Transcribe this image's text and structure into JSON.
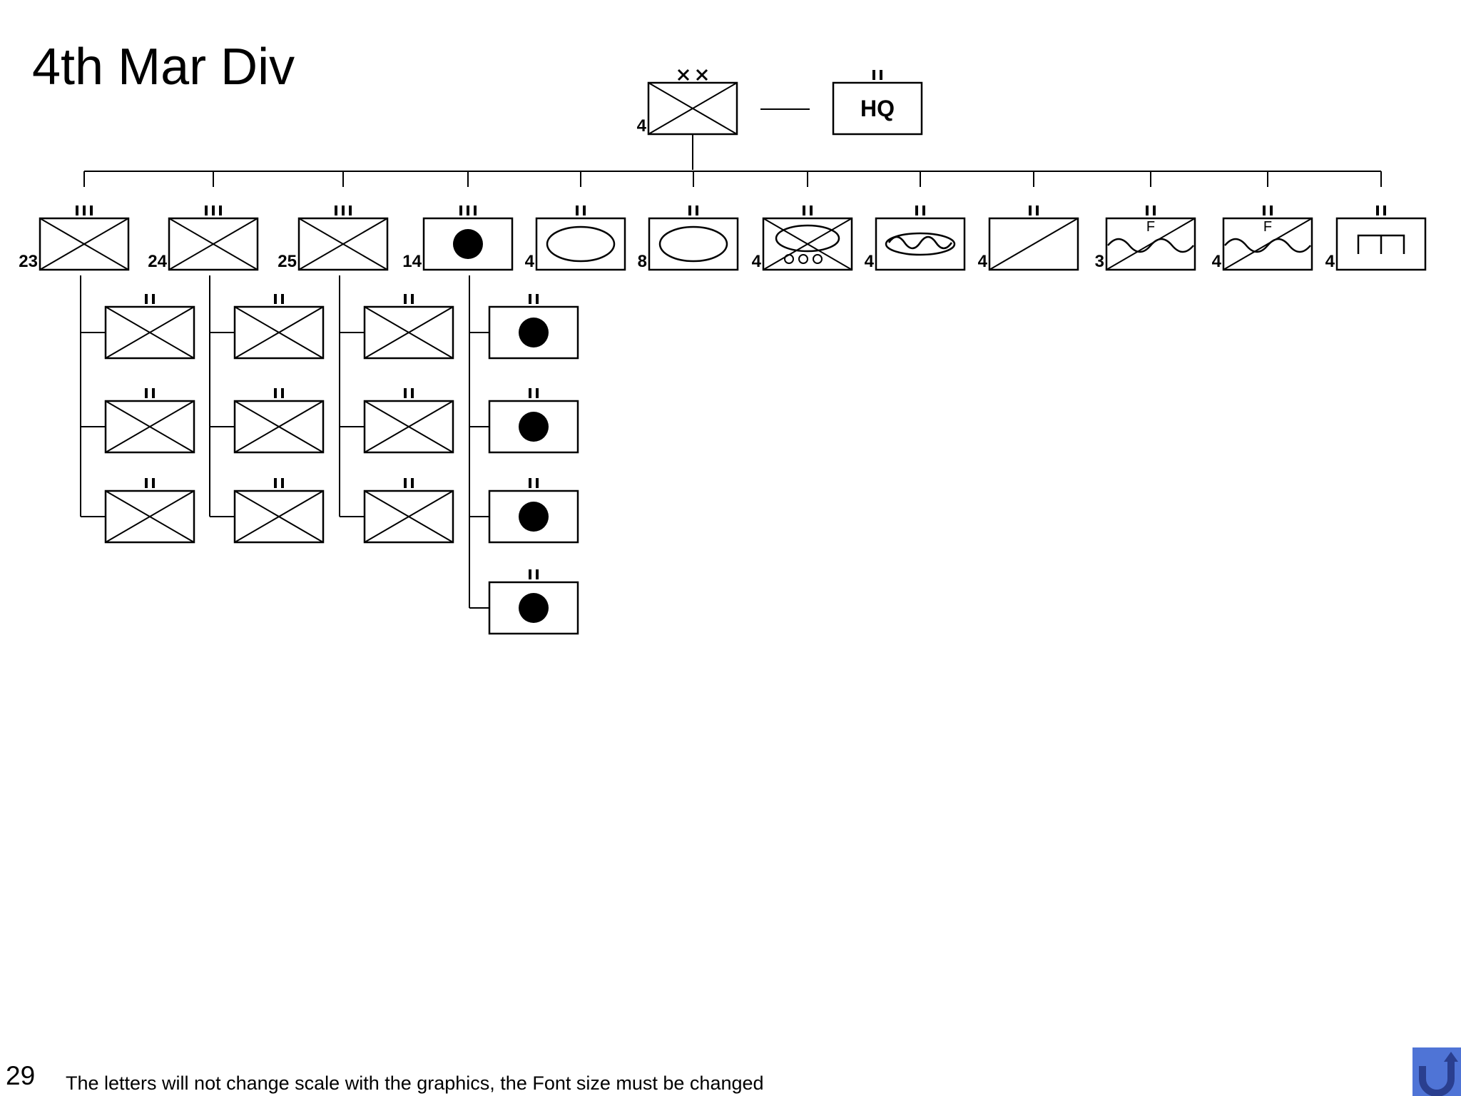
{
  "slide": {
    "title": "4th Mar Div",
    "page_number": "29",
    "footer_note": "The letters will not change scale with the graphics, the Font size must be changed"
  },
  "colors": {
    "line": "#000000",
    "return_button": "#4f74d6",
    "return_arrow": "#2a3f8f"
  },
  "icons": {
    "return": "return-arrow-icon"
  },
  "division": {
    "echelon": "XX",
    "designation": "4",
    "symbol": "infantry",
    "hq": {
      "label": "HQ",
      "echelon": "II"
    }
  },
  "units": [
    {
      "id": "23",
      "designation": "23",
      "echelon": "III",
      "symbol": "infantry",
      "children": 3
    },
    {
      "id": "24",
      "designation": "24",
      "echelon": "III",
      "symbol": "infantry",
      "children": 3
    },
    {
      "id": "25",
      "designation": "25",
      "echelon": "III",
      "symbol": "infantry",
      "children": 3
    },
    {
      "id": "14",
      "designation": "14",
      "echelon": "III",
      "symbol": "artillery",
      "children": 4
    },
    {
      "id": "armor-4",
      "designation": "4",
      "echelon": "II",
      "symbol": "armor",
      "children": 0
    },
    {
      "id": "armor-8",
      "designation": "8",
      "echelon": "II",
      "symbol": "armor",
      "children": 0
    },
    {
      "id": "amtrac-4",
      "designation": "4",
      "echelon": "II",
      "symbol": "amphibian-tractor",
      "children": 0
    },
    {
      "id": "amphib-4",
      "designation": "4",
      "echelon": "II",
      "symbol": "amphibious",
      "children": 0
    },
    {
      "id": "recon-4",
      "designation": "4",
      "echelon": "II",
      "symbol": "reconnaissance",
      "children": 0
    },
    {
      "id": "f3",
      "designation": "3",
      "echelon": "II",
      "symbol": "amphibious-recon",
      "label": "F",
      "children": 0
    },
    {
      "id": "f4",
      "designation": "4",
      "echelon": "II",
      "symbol": "amphibious-recon",
      "label": "F",
      "children": 0
    },
    {
      "id": "engineer-4",
      "designation": "4",
      "echelon": "II",
      "symbol": "engineer",
      "children": 0
    }
  ]
}
